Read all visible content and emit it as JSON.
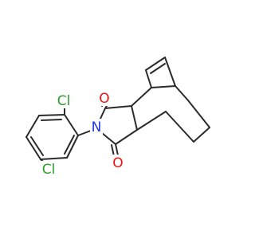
{
  "molecule": {
    "atoms": {
      "cl1": {
        "symbol": "Cl",
        "color": "#2a9d2a"
      },
      "cl2": {
        "symbol": "Cl",
        "color": "#2a9d2a"
      },
      "n": {
        "symbol": "N",
        "color": "#2233ee"
      },
      "o1": {
        "symbol": "O",
        "color": "#ee1111"
      },
      "o2": {
        "symbol": "O",
        "color": "#ee1111"
      }
    }
  }
}
